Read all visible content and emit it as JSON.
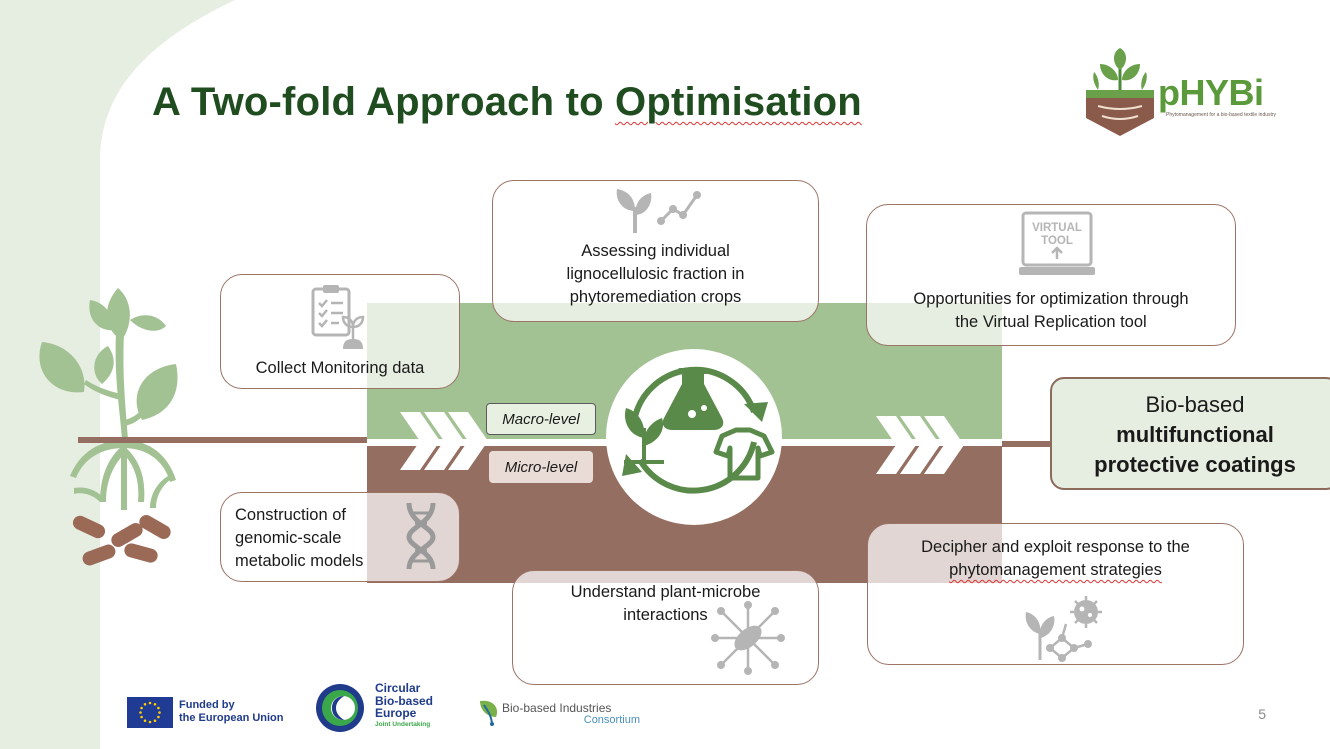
{
  "slide": {
    "title_part1": "A Two-fold Approach to ",
    "title_part2": "Optimisation",
    "page_number": "5"
  },
  "logo": {
    "name": "pHYBi",
    "tagline": "Phytomanagement for a bio-based textile industry"
  },
  "boxes": {
    "monitoring": "Collect Monitoring data",
    "lignocellulosic": [
      "Assessing individual",
      "lignocellulosic fraction in",
      "phytoremediation crops"
    ],
    "virtual": [
      "Opportunities for optimization through",
      "the Virtual Replication tool"
    ],
    "genomic": [
      "Construction of",
      "genomic-scale",
      "metabolic models"
    ],
    "plant_microbe": [
      "Understand plant-microbe",
      "interactions"
    ],
    "decipher": [
      "Decipher and exploit response to the",
      "phytomanagement strategies"
    ]
  },
  "virtual_icon_text": [
    "VIRTUAL",
    "TOOL"
  ],
  "levels": {
    "macro": "Macro-level",
    "micro": "Micro-level"
  },
  "outcome": {
    "line1": "Bio-based",
    "line2": "multifunctional",
    "line3": "protective coatings"
  },
  "footer": {
    "eu": [
      "Funded by",
      "the European Union"
    ],
    "cbe": [
      "Circular",
      "Bio-based",
      "Europe",
      "Joint Undertaking"
    ],
    "bic": [
      "Bio-based Industries",
      "Consortium"
    ]
  },
  "colors": {
    "title_green": "#1f4d1f",
    "band_green": "#a3c293",
    "band_brown": "#946e61",
    "icon_green": "#5a8a4a",
    "box_border": "#9b7466",
    "sidebar": "#e6ede1"
  }
}
